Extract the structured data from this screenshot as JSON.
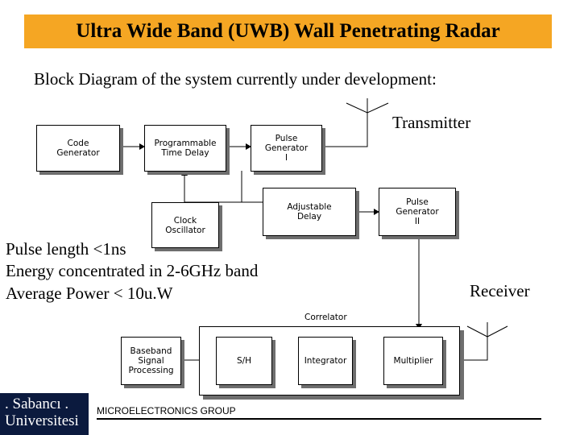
{
  "title": "Ultra Wide Band (UWB)  Wall Penetrating Radar",
  "subtitle": "Block Diagram of the system currently under development:",
  "labels": {
    "transmitter": "Transmitter",
    "receiver": "Receiver",
    "correlator": "Correlator"
  },
  "blocks": {
    "code_generator": "Code\nGenerator",
    "programmable_time_delay": "Programmable\nTime Delay",
    "pulse_generator_1": "Pulse\nGenerator\nI",
    "clock_oscillator": "Clock\nOscillator",
    "adjustable_delay": "Adjustable\nDelay",
    "pulse_generator_2": "Pulse\nGenerator\nII",
    "baseband_signal_processing": "Baseband\nSignal\nProcessing",
    "sample_hold": "S/H",
    "integrator": "Integrator",
    "multiplier": "Multiplier"
  },
  "specs": [
    "Pulse length <1ns",
    "Energy concentrated in 2-6GHz band",
    "Average Power < 10u.W"
  ],
  "footer": {
    "group": "MICROELECTRONICS GROUP",
    "logo_text": ". Sabancı .\nUniversitesi"
  },
  "colors": {
    "title_bar": "#f5a623",
    "logo_bg": "#0b1a3e",
    "shadow": "#6e6e6e"
  }
}
